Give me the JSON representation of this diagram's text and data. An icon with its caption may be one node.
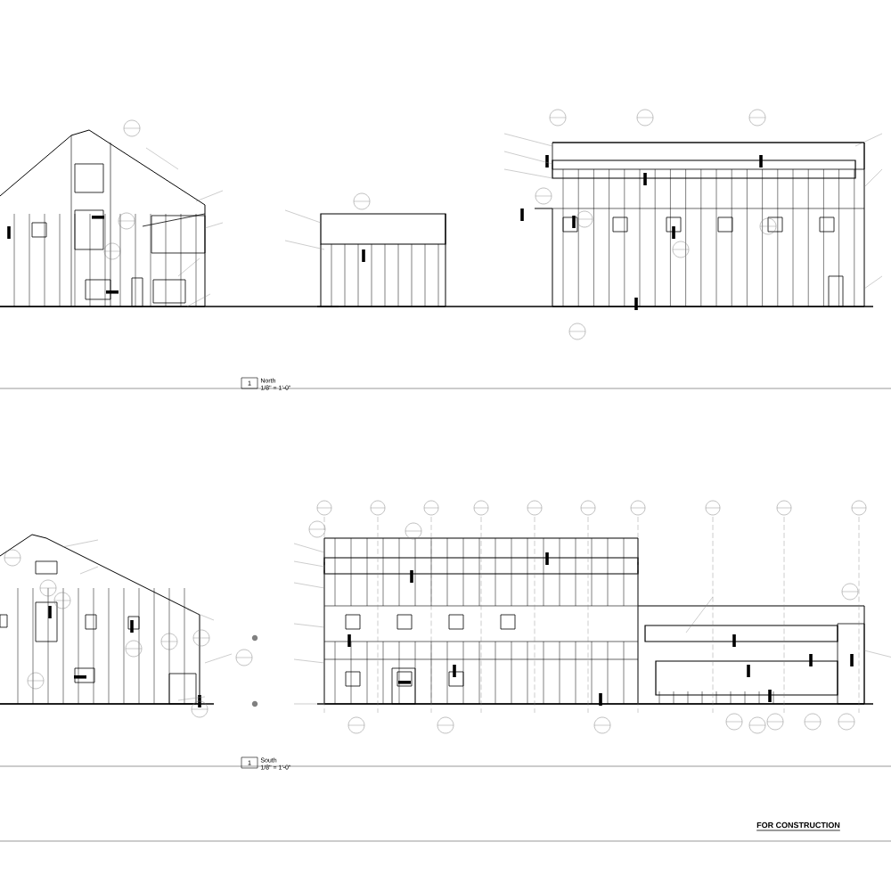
{
  "diagram": {
    "labels": [
      "1",
      "North",
      "1/8\" = 1'-0\"",
      "1",
      "South",
      "1/8\" = 1'-0\"",
      "FOR CONSTRUCTION"
    ]
  }
}
